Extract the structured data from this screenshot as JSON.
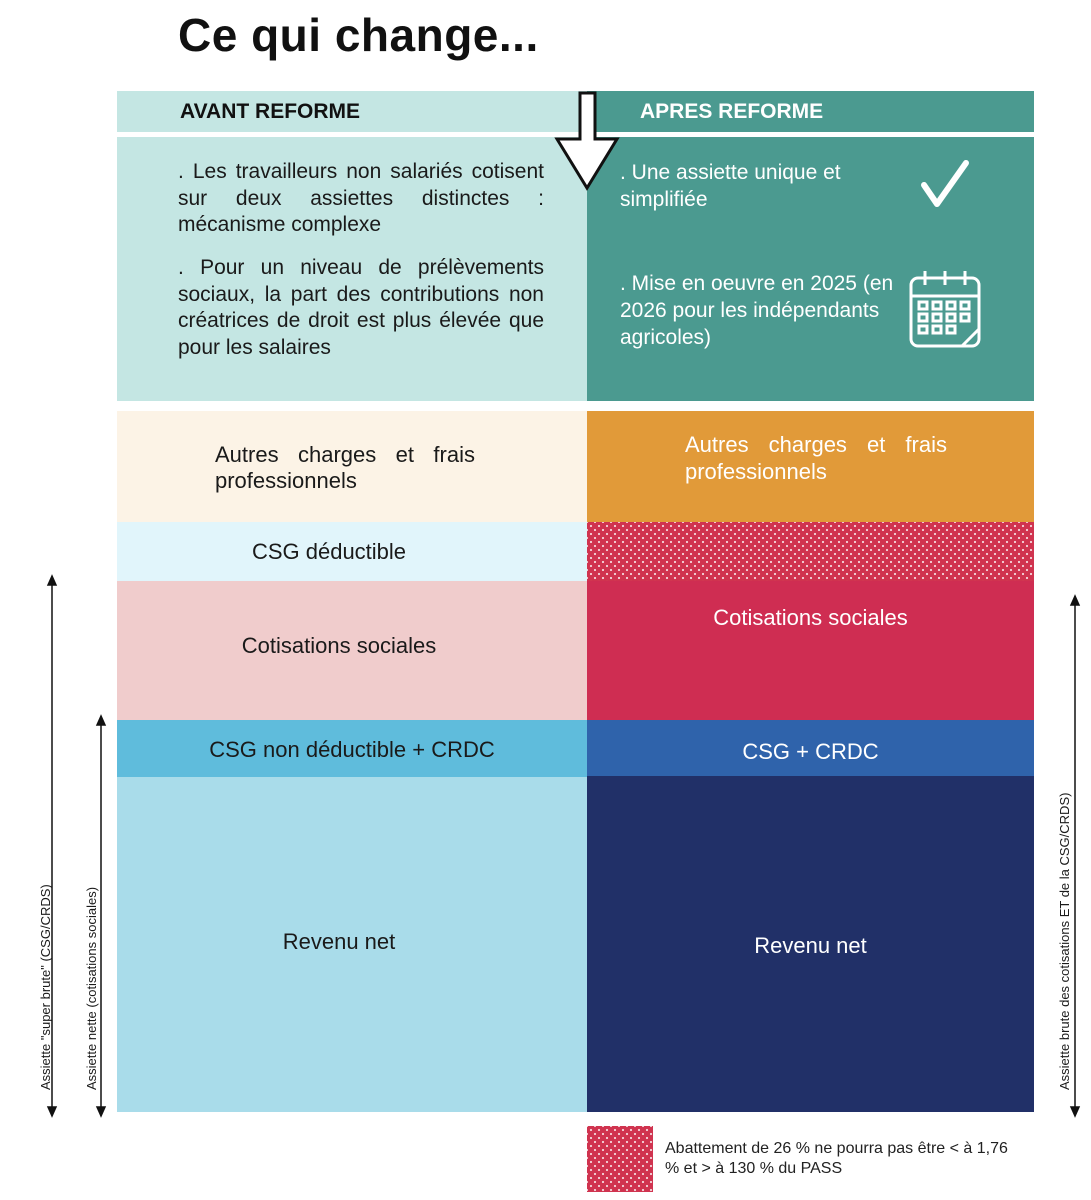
{
  "title": "Ce qui change...",
  "header": {
    "left": "AVANT REFORME",
    "right": "APRES REFORME"
  },
  "intro": {
    "left": [
      ". Les travailleurs non salariés cotisent sur deux assiettes distinctes : mécanisme complexe",
      ". Pour un niveau de prélèvements sociaux, la part des contributions non créatrices de droit est plus élevée que pour les salaires"
    ],
    "right": [
      ". Une assiette unique et simplifiée",
      ". Mise en oeuvre en 2025 (en 2026 pour les indépendants agricoles)"
    ],
    "icons": [
      "arrow-down-icon",
      "checkmark-icon",
      "calendar-icon"
    ]
  },
  "avant": {
    "autres": "Autres charges et frais professionnels",
    "csg_deductible": "CSG déductible",
    "cotisations": "Cotisations sociales",
    "csg_non_deductible": "CSG non déductible + CRDC",
    "revenu": "Revenu net"
  },
  "apres": {
    "autres": "Autres charges et frais professionnels",
    "cotisations": "Cotisations sociales",
    "csg": "CSG  + CRDC",
    "revenu": "Revenu net"
  },
  "axes": {
    "super_brute": "Assiette \"super brute\" (CSG/CRDS)",
    "nette": "Assiette nette (cotisations sociales)",
    "brute": "Assiette brute des cotisations ET de la CSG/CRDS)"
  },
  "legend": "Abattement de 26 % ne pourra pas être < à 1,76 % et > à 130 % du PASS",
  "colors": {
    "teal_light": "#c4e6e3",
    "teal_dark": "#4b9a90",
    "orange": "#e19a39",
    "red": "#cf2d52",
    "blue": "#2f63ab",
    "navy": "#213068",
    "sky": "#a9dcea"
  }
}
